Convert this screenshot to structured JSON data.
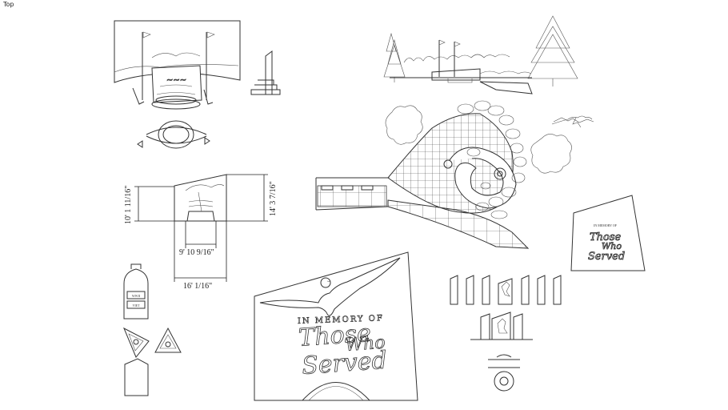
{
  "view": {
    "label": "Top"
  },
  "dimensions": {
    "left_height": "10' 1 11/16\"",
    "right_height": "14' 3 7/16\"",
    "inner_width": "9' 10 9/16\"",
    "outer_width": "16' 1/16\""
  },
  "plaque": {
    "line1": "IN MEMORY OF",
    "line2": "Those",
    "line3": "Who",
    "line4": "Served"
  },
  "small_sign": {
    "line1": "IN MEMORY OF",
    "line2": "Those",
    "line3": "Who",
    "line4": "Served"
  },
  "pillar_plates": {
    "top": "WWII",
    "bottom": "VIET"
  }
}
